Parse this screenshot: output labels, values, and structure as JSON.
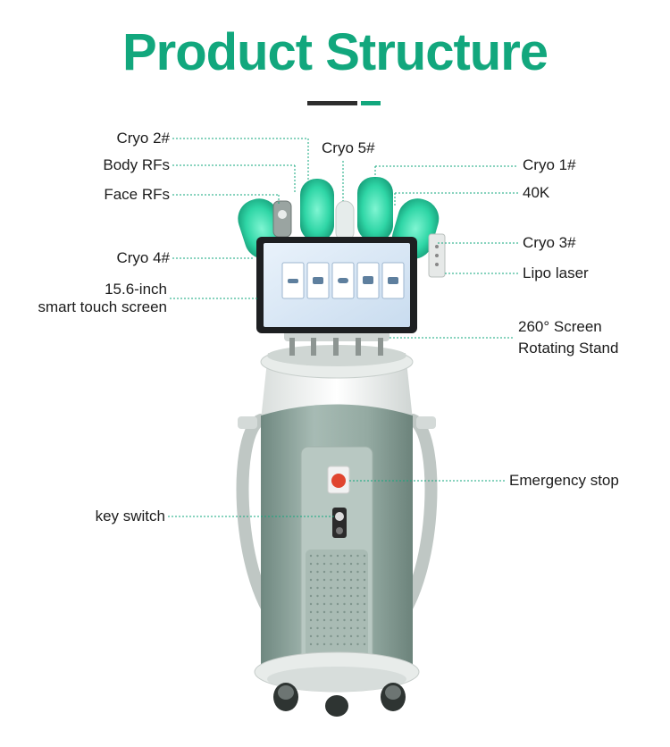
{
  "title": "Product Structure",
  "colors": {
    "accent": "#12a77d",
    "body": "#8ea59c",
    "cryo_glow": "#2fd6a6"
  },
  "labels": {
    "cryo2": "Cryo 2#",
    "body_rfs": "Body RFs",
    "face_rfs": "Face RFs",
    "cryo4": "Cryo 4#",
    "screen_line1": "15.6-inch",
    "screen_line2": "smart touch screen",
    "key_switch": "key switch",
    "cryo5": "Cryo 5#",
    "cryo1": "Cryo 1#",
    "k40": "40K",
    "cryo3": "Cryo 3#",
    "lipo_laser": "Lipo laser",
    "stand_line1": "260° Screen",
    "stand_line2": "Rotating Stand",
    "emergency_stop": "Emergency stop"
  }
}
